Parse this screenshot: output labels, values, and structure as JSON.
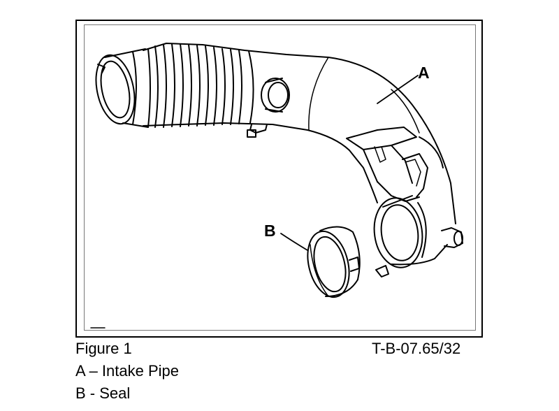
{
  "figure": {
    "callouts": {
      "a": "A",
      "b": "B"
    },
    "caption_left": "Figure 1",
    "caption_right": "T-B-07.65/32",
    "legend": [
      "A – Intake Pipe",
      "B - Seal"
    ]
  },
  "colors": {
    "line": "#000000",
    "background": "#ffffff"
  }
}
